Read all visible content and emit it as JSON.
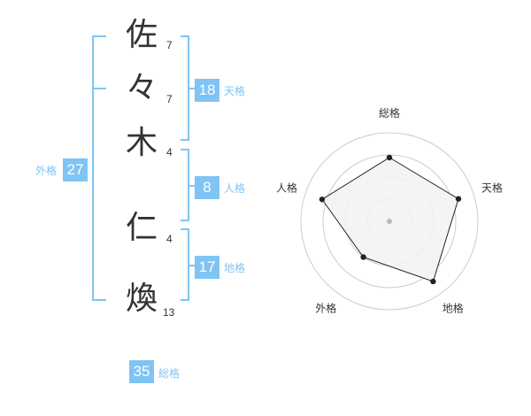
{
  "name": {
    "characters": [
      {
        "char": "佐",
        "strokes": "7"
      },
      {
        "char": "々",
        "strokes": "7"
      },
      {
        "char": "木",
        "strokes": "4"
      },
      {
        "char": "仁",
        "strokes": "4"
      },
      {
        "char": "煥",
        "strokes": "13"
      }
    ]
  },
  "fortunes": {
    "tenkaku": {
      "value": "18",
      "label": "天格"
    },
    "jinkaku": {
      "value": "8",
      "label": "人格"
    },
    "chikaku": {
      "value": "17",
      "label": "地格"
    },
    "gaikaku": {
      "value": "27",
      "label": "外格"
    },
    "soukaku": {
      "value": "35",
      "label": "総格"
    }
  },
  "radar": {
    "axis_labels": [
      "総格",
      "天格",
      "地格",
      "外格",
      "人格"
    ],
    "levels": 4,
    "scores": [
      0.72,
      0.82,
      0.84,
      0.5,
      0.8
    ],
    "colors": {
      "fill": "#f2f2f2",
      "ring": "#cccccc",
      "line": "#222222",
      "point": "#222222",
      "center": "#bbbbbb"
    }
  },
  "colors": {
    "accent": "#7fc4f4",
    "text": "#333333"
  }
}
